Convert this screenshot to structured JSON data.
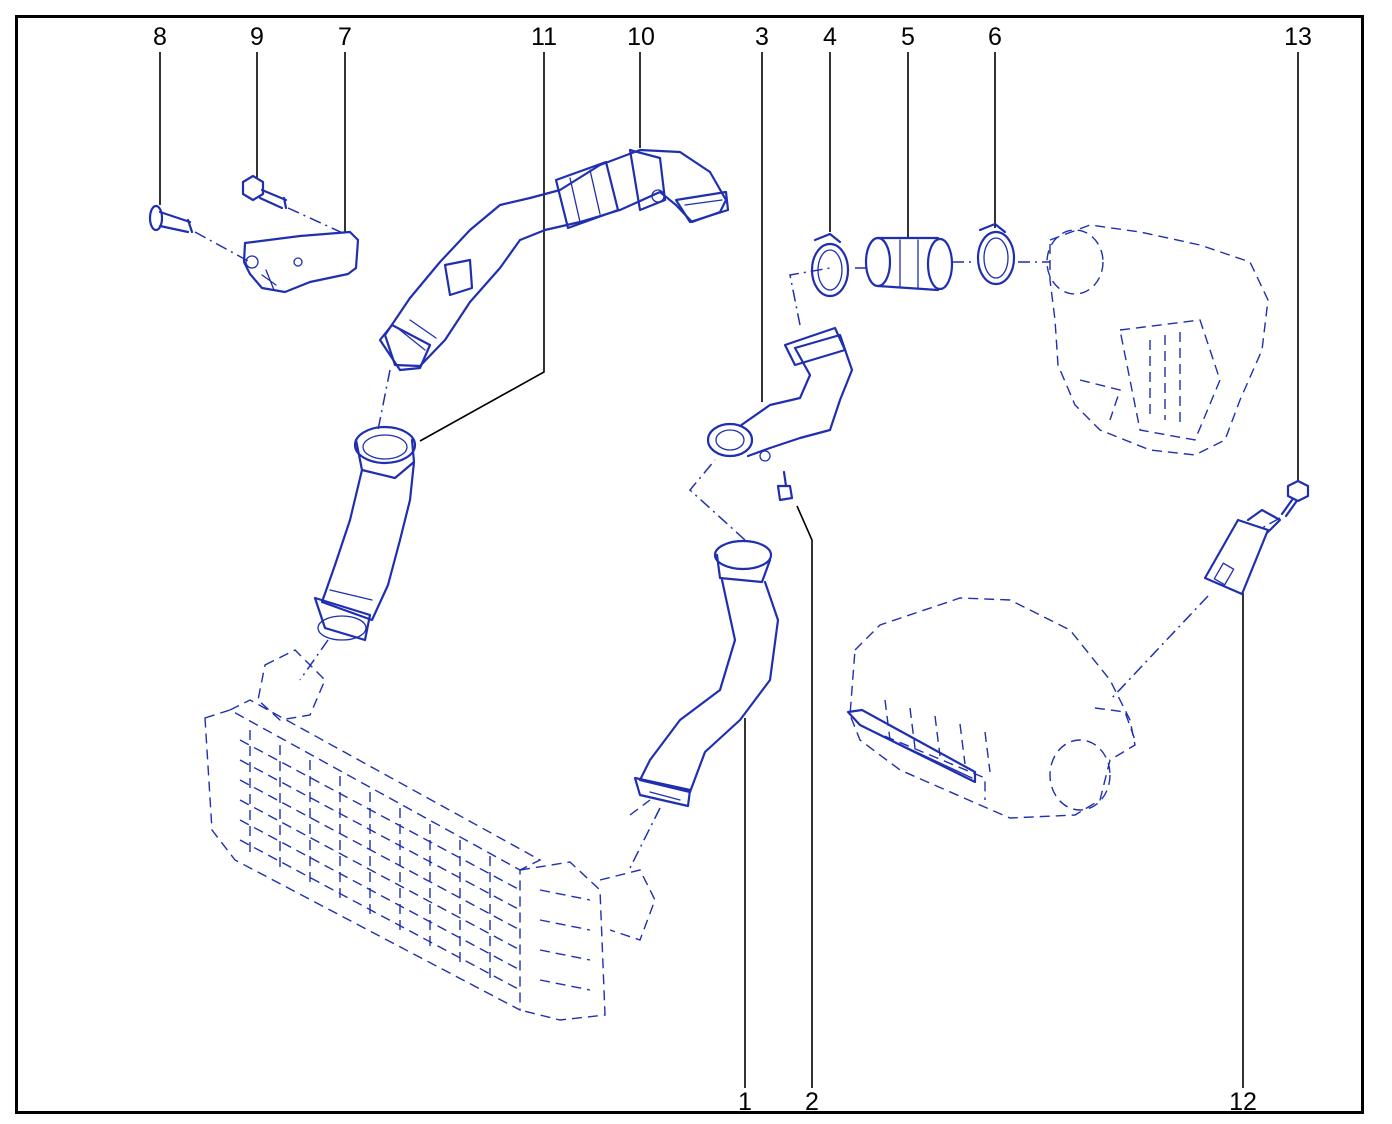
{
  "diagram": {
    "callouts": [
      {
        "id": "c8",
        "text": "8"
      },
      {
        "id": "c9",
        "text": "9"
      },
      {
        "id": "c7",
        "text": "7"
      },
      {
        "id": "c11",
        "text": "11"
      },
      {
        "id": "c10",
        "text": "10"
      },
      {
        "id": "c3",
        "text": "3"
      },
      {
        "id": "c4",
        "text": "4"
      },
      {
        "id": "c5",
        "text": "5"
      },
      {
        "id": "c6",
        "text": "6"
      },
      {
        "id": "c13",
        "text": "13"
      },
      {
        "id": "c1",
        "text": "1"
      },
      {
        "id": "c2",
        "text": "2"
      },
      {
        "id": "c12",
        "text": "12"
      }
    ],
    "colors": {
      "line_art": "#1f2fb0",
      "callout_text": "#000000",
      "frame": "#000000",
      "background": "#ffffff"
    }
  }
}
